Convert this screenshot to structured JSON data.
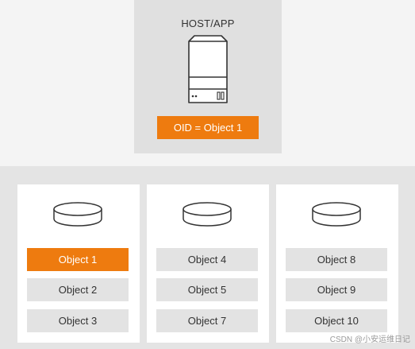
{
  "host": {
    "label": "HOST/APP",
    "oid_label": "OID = Object 1"
  },
  "osds": [
    {
      "objects": [
        {
          "label": "Object 1",
          "active": true
        },
        {
          "label": "Object 2"
        },
        {
          "label": "Object 3"
        }
      ]
    },
    {
      "objects": [
        {
          "label": "Object 4"
        },
        {
          "label": "Object 5"
        },
        {
          "label": "Object 7"
        }
      ]
    },
    {
      "objects": [
        {
          "label": "Object 8"
        },
        {
          "label": "Object 9"
        },
        {
          "label": "Object 10"
        }
      ]
    }
  ],
  "watermark": "CSDN @小安运维日记",
  "colors": {
    "accent": "#ee7b0f",
    "object_bg": "#e3e3e3",
    "panel_bg": "#e0e0e0",
    "cluster_bg": "#e4e4e4"
  }
}
